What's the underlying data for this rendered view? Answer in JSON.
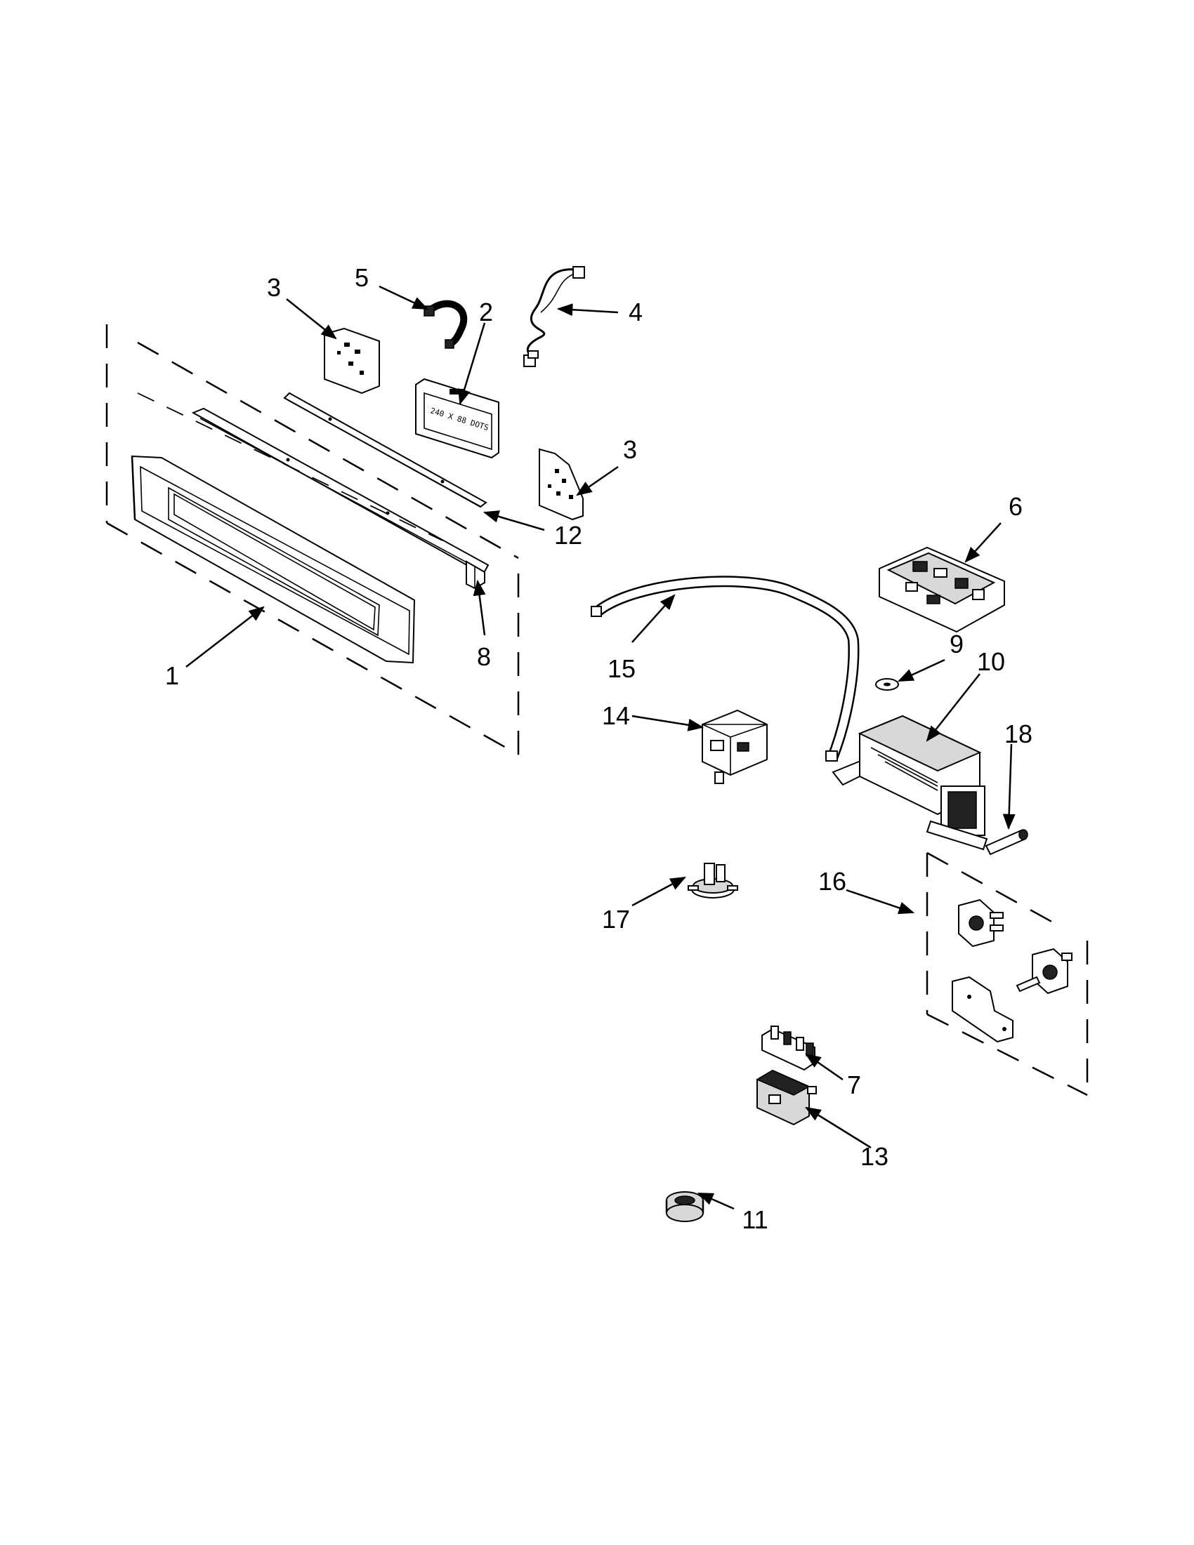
{
  "diagram": {
    "labels": [
      {
        "id": "1",
        "text": "1"
      },
      {
        "id": "2",
        "text": "2"
      },
      {
        "id": "3a",
        "text": "3"
      },
      {
        "id": "3b",
        "text": "3"
      },
      {
        "id": "4",
        "text": "4"
      },
      {
        "id": "5",
        "text": "5"
      },
      {
        "id": "6",
        "text": "6"
      },
      {
        "id": "7",
        "text": "7"
      },
      {
        "id": "8",
        "text": "8"
      },
      {
        "id": "9",
        "text": "9"
      },
      {
        "id": "10",
        "text": "10"
      },
      {
        "id": "11",
        "text": "11"
      },
      {
        "id": "12",
        "text": "12"
      },
      {
        "id": "13",
        "text": "13"
      },
      {
        "id": "14",
        "text": "14"
      },
      {
        "id": "15",
        "text": "15"
      },
      {
        "id": "16",
        "text": "16"
      },
      {
        "id": "17",
        "text": "17"
      },
      {
        "id": "18",
        "text": "18"
      }
    ],
    "display_text": "240 X 88 DOTS"
  }
}
